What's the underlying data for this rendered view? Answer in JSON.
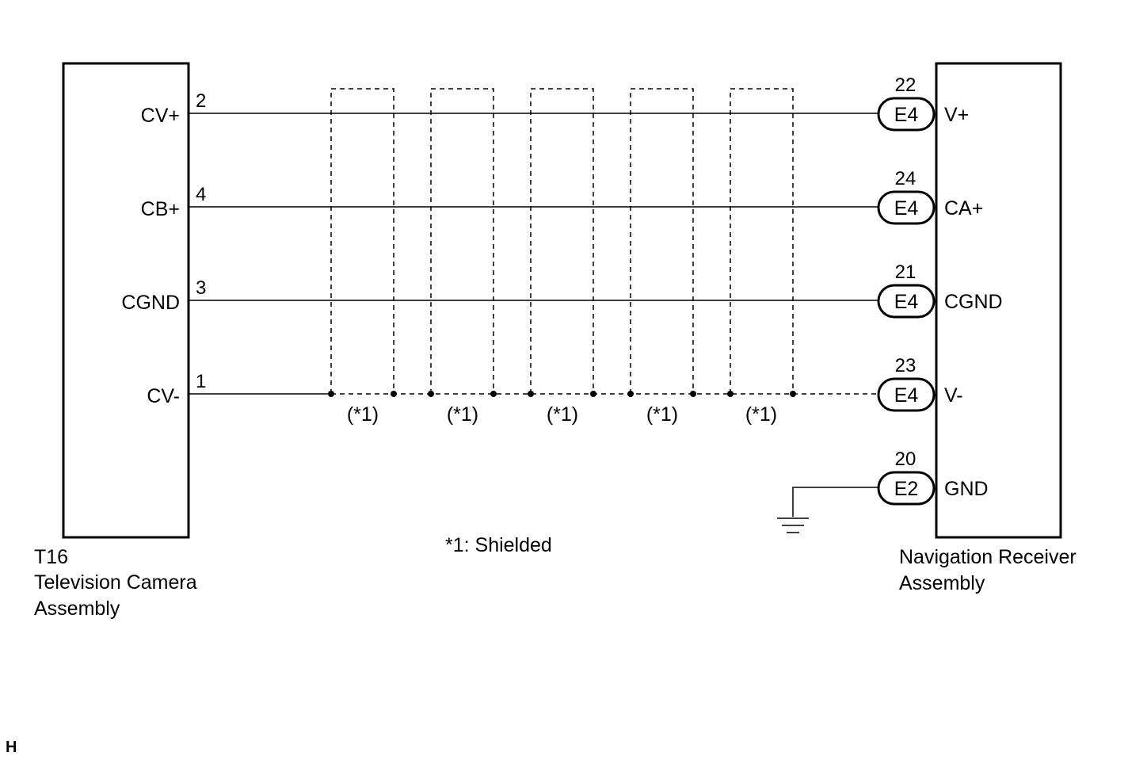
{
  "left_component": {
    "code": "T16",
    "name_line1": "Television Camera",
    "name_line2": "Assembly",
    "terminals": [
      {
        "pin": "2",
        "label": "CV+"
      },
      {
        "pin": "4",
        "label": "CB+"
      },
      {
        "pin": "3",
        "label": "CGND"
      },
      {
        "pin": "1",
        "label": "CV-"
      }
    ]
  },
  "right_component": {
    "name_line1": "Navigation Receiver",
    "name_line2": "Assembly",
    "terminals": [
      {
        "pin": "22",
        "connector": "E4",
        "label": "V+"
      },
      {
        "pin": "24",
        "connector": "E4",
        "label": "CA+"
      },
      {
        "pin": "21",
        "connector": "E4",
        "label": "CGND"
      },
      {
        "pin": "23",
        "connector": "E4",
        "label": "V-"
      },
      {
        "pin": "20",
        "connector": "E2",
        "label": "GND"
      }
    ]
  },
  "shield_labels": [
    "(*1)",
    "(*1)",
    "(*1)",
    "(*1)",
    "(*1)"
  ],
  "legend": "*1: Shielded",
  "corner_mark": "H",
  "colors": {
    "line": "#000000",
    "background": "#ffffff"
  }
}
